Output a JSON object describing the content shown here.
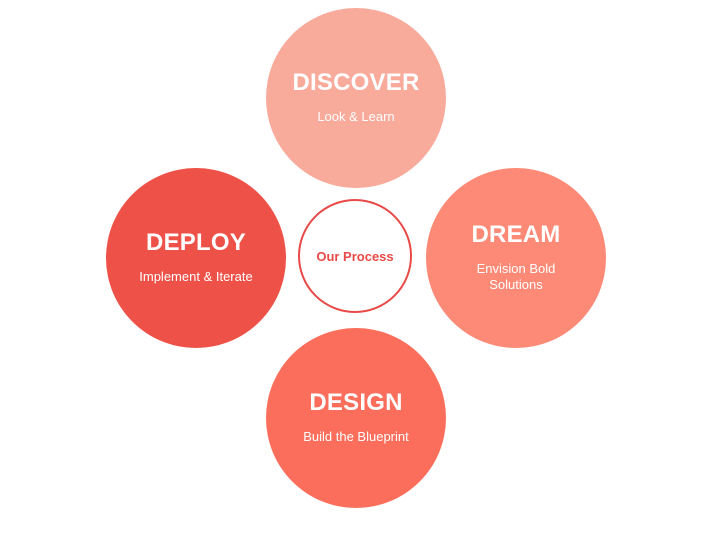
{
  "center": {
    "label": "Our Process"
  },
  "steps": {
    "discover": {
      "title": "DISCOVER",
      "subtitle": "Look & Learn"
    },
    "dream": {
      "title": "DREAM",
      "subtitle": "Envision Bold Solutions"
    },
    "design": {
      "title": "DESIGN",
      "subtitle": "Build the Blueprint"
    },
    "deploy": {
      "title": "DEPLOY",
      "subtitle": "Implement & Iterate"
    }
  },
  "colors": {
    "discover": "#f8aa9b",
    "dream": "#fc8a76",
    "design": "#fb6e5b",
    "deploy": "#ee5148",
    "center_accent": "#e84a47"
  }
}
